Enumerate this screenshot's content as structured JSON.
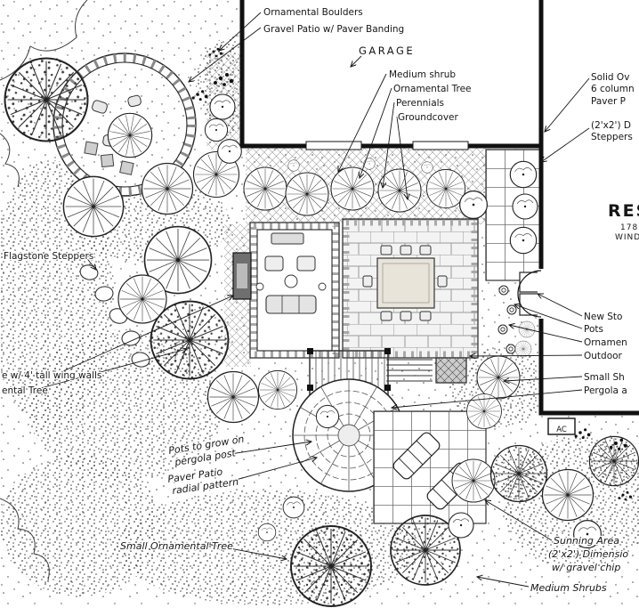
{
  "colors": {
    "ink": "#161616",
    "paper": "#ffffff"
  },
  "labels": {
    "ornamental_boulders": "Ornamental Boulders",
    "gravel_patio": "Gravel Patio w/ Paver Banding",
    "garage": "GARAGE",
    "medium_shrub": "Medium shrub",
    "ornamental_tree": "Ornamental Tree",
    "perennials": "Perennials",
    "groundcover": "Groundcover",
    "solid_overhead": "Solid Ov",
    "six_columns": "6 column",
    "paver_posts": "Paver P",
    "dimensional_2x2": "(2'x2') D",
    "steppers": "Steppers",
    "residence": "RES",
    "address_number": "178",
    "address_street": "WIND",
    "new_stone": "New Sto",
    "pots": "Pots",
    "ornamental_right": "Ornamen",
    "outdoor": "Outdoor",
    "small_shrub": "Small Sh",
    "pergola": "Pergola a",
    "flagstone_steppers": "Flagstone Steppers",
    "wing_walls": "e w/ 4' tall wing walls",
    "ornamental_tree_left": "ental Tree",
    "pots_pergola_line1": "Pots to grow on",
    "pots_pergola_line2": "pergola post",
    "paver_radial_line1": "Paver Patio",
    "paver_radial_line2": "radial pattern",
    "small_ornamental_tree": "Small Ornamental Tree",
    "sunning_area": "Sunning Area",
    "sunning_dimensional": "(2'x2') Dimensio",
    "sunning_gravel": "w/ gravel chip",
    "medium_shrubs": "Medium Shrubs",
    "ac_unit": "AC"
  }
}
